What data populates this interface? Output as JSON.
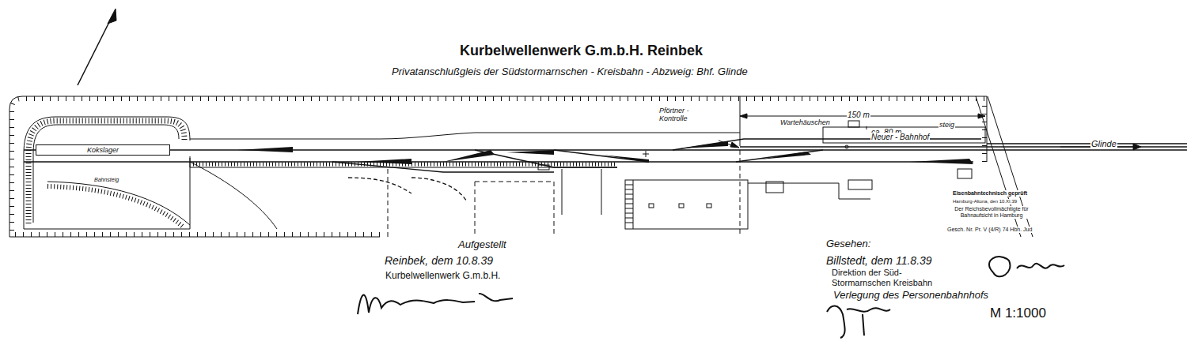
{
  "diagram": {
    "title": "Kurbelwellenwerk G.m.b.H. Reinbek",
    "nodes": [
      {
        "text": [
          "Kokslager"
        ]
      }
    ],
    "labels": [
      "Privatanschlußgleis der Südstormarnschen - Kreisbahn - Abzweig: Bhf. Glinde",
      "Bahnsteig",
      "Pförtner - Kontrolle",
      "150 m",
      "Wartehäuschen",
      "ca. 80 m",
      "steig",
      "Neuer - Bahnhof",
      "Glinde",
      "Eisenbahntechnisch geprüft",
      "Hamburg-Altona, den 10.XI.39",
      "Der Reichsbevollmächtigte für Bahnaufsicht in Hamburg",
      "Gesch. Nr. Pr. V (4/R) 74 Hbh. Jud",
      "Aufgestellt",
      "Reinbek, dem 10.8.39",
      "Kurbelwellenwerk G.m.b.H.",
      "Gesehen:",
      "Billstedt, dem 11.8.39",
      "Direktion der Süd-Stormarnschen Kreisbahn",
      "Verlegung des Personenbahnhofs",
      "M 1:1000"
    ]
  }
}
